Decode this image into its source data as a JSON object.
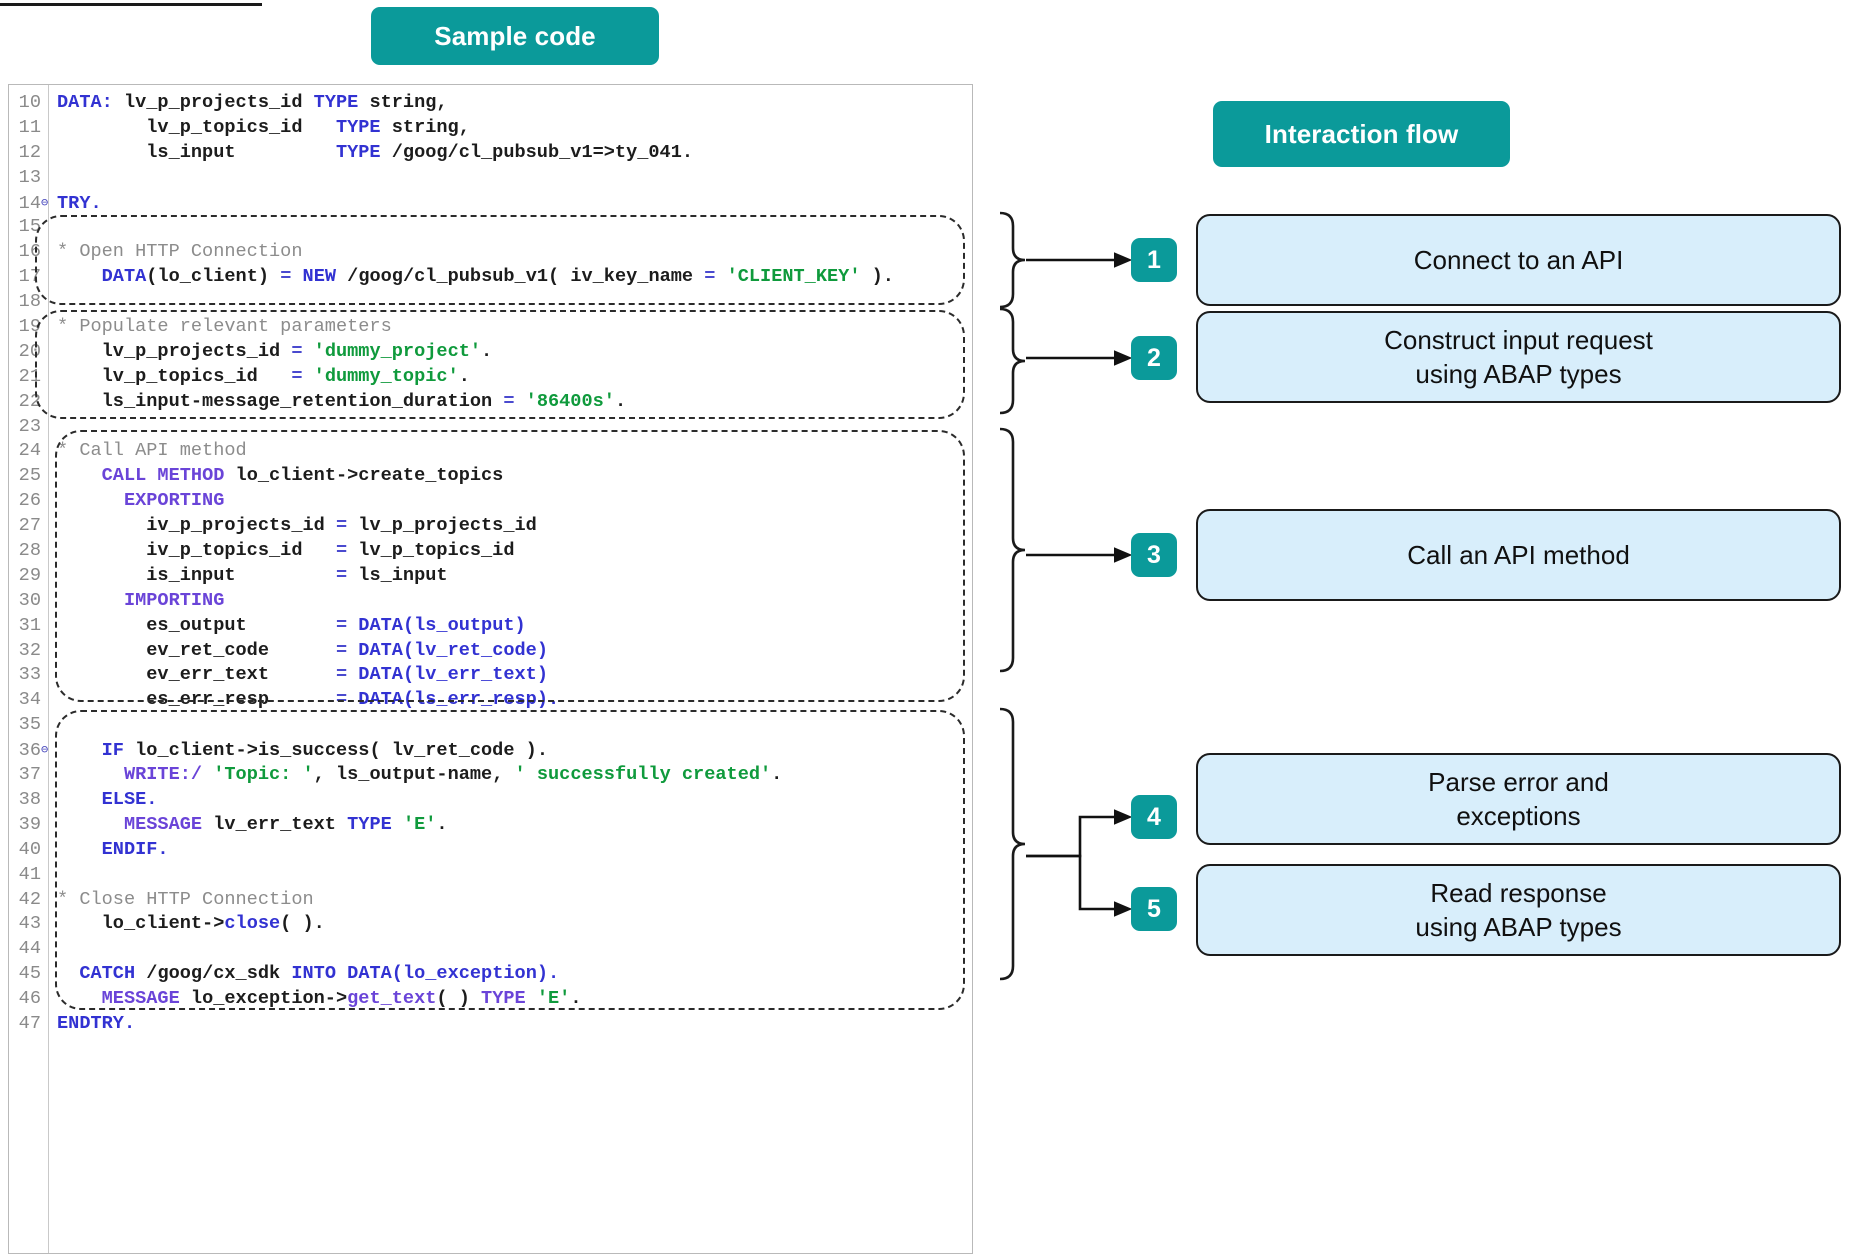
{
  "headers": {
    "sample_code": "Sample code",
    "interaction_flow": "Interaction flow"
  },
  "colors": {
    "teal": "#0b9a9a",
    "step_box_fill": "#d8eefb",
    "step_box_border": "#1a1a1a",
    "keyword_blue": "#3232d2",
    "string_green": "#0f9a3c",
    "comment_gray": "#8c8c8c"
  },
  "code": {
    "language": "ABAP",
    "first_line_number": 10,
    "lines": [
      {
        "n": "10",
        "fold": "",
        "tokens": [
          {
            "t": "DATA:",
            "c": "kw"
          },
          {
            "t": " lv_p_projects_id ",
            "c": "id"
          },
          {
            "t": "TYPE",
            "c": "kw"
          },
          {
            "t": " string,",
            "c": "id"
          }
        ]
      },
      {
        "n": "11",
        "fold": "",
        "tokens": [
          {
            "t": "        lv_p_topics_id   ",
            "c": "id"
          },
          {
            "t": "TYPE",
            "c": "kw"
          },
          {
            "t": " string,",
            "c": "id"
          }
        ]
      },
      {
        "n": "12",
        "fold": "",
        "tokens": [
          {
            "t": "        ls_input         ",
            "c": "id"
          },
          {
            "t": "TYPE",
            "c": "kw"
          },
          {
            "t": " /goog/cl_pubsub_v1=>ty_041.",
            "c": "id"
          }
        ]
      },
      {
        "n": "13",
        "fold": "",
        "tokens": []
      },
      {
        "n": "14",
        "fold": "⊖",
        "tokens": [
          {
            "t": "TRY.",
            "c": "kw"
          }
        ]
      },
      {
        "n": "15",
        "fold": "",
        "tokens": []
      },
      {
        "n": "16",
        "fold": "",
        "tokens": [
          {
            "t": "* Open HTTP Connection",
            "c": "cmt"
          }
        ]
      },
      {
        "n": "17",
        "fold": "",
        "tokens": [
          {
            "t": "    ",
            "c": "id"
          },
          {
            "t": "DATA",
            "c": "kw"
          },
          {
            "t": "(lo_client) ",
            "c": "id"
          },
          {
            "t": "=",
            "c": "op"
          },
          {
            "t": " ",
            "c": "id"
          },
          {
            "t": "NEW",
            "c": "kw"
          },
          {
            "t": " /goog/cl_pubsub_v1( iv_key_name ",
            "c": "id"
          },
          {
            "t": "=",
            "c": "op"
          },
          {
            "t": " ",
            "c": "id"
          },
          {
            "t": "'CLIENT_KEY'",
            "c": "str"
          },
          {
            "t": " ).",
            "c": "id"
          }
        ]
      },
      {
        "n": "18",
        "fold": "",
        "tokens": []
      },
      {
        "n": "19",
        "fold": "",
        "tokens": [
          {
            "t": "* Populate relevant parameters",
            "c": "cmt"
          }
        ]
      },
      {
        "n": "20",
        "fold": "",
        "tokens": [
          {
            "t": "    lv_p_projects_id ",
            "c": "id"
          },
          {
            "t": "=",
            "c": "op"
          },
          {
            "t": " ",
            "c": "id"
          },
          {
            "t": "'dummy_project'",
            "c": "str"
          },
          {
            "t": ".",
            "c": "id"
          }
        ]
      },
      {
        "n": "21",
        "fold": "",
        "tokens": [
          {
            "t": "    lv_p_topics_id   ",
            "c": "id"
          },
          {
            "t": "=",
            "c": "op"
          },
          {
            "t": " ",
            "c": "id"
          },
          {
            "t": "'dummy_topic'",
            "c": "str"
          },
          {
            "t": ".",
            "c": "id"
          }
        ]
      },
      {
        "n": "22",
        "fold": "",
        "tokens": [
          {
            "t": "    ls_input-message_retention_duration ",
            "c": "id"
          },
          {
            "t": "=",
            "c": "op"
          },
          {
            "t": " ",
            "c": "id"
          },
          {
            "t": "'86400s'",
            "c": "str"
          },
          {
            "t": ".",
            "c": "id"
          }
        ]
      },
      {
        "n": "23",
        "fold": "",
        "tokens": []
      },
      {
        "n": "24",
        "fold": "",
        "tokens": [
          {
            "t": "* Call API method",
            "c": "cmt"
          }
        ]
      },
      {
        "n": "25",
        "fold": "",
        "tokens": [
          {
            "t": "    ",
            "c": "id"
          },
          {
            "t": "CALL METHOD",
            "c": "kw2"
          },
          {
            "t": " lo_client->create_topics",
            "c": "id"
          }
        ]
      },
      {
        "n": "26",
        "fold": "",
        "tokens": [
          {
            "t": "      ",
            "c": "id"
          },
          {
            "t": "EXPORTING",
            "c": "kw2"
          }
        ]
      },
      {
        "n": "27",
        "fold": "",
        "tokens": [
          {
            "t": "        iv_p_projects_id ",
            "c": "id"
          },
          {
            "t": "=",
            "c": "op"
          },
          {
            "t": " lv_p_projects_id",
            "c": "id"
          }
        ]
      },
      {
        "n": "28",
        "fold": "",
        "tokens": [
          {
            "t": "        iv_p_topics_id   ",
            "c": "id"
          },
          {
            "t": "=",
            "c": "op"
          },
          {
            "t": " lv_p_topics_id",
            "c": "id"
          }
        ]
      },
      {
        "n": "29",
        "fold": "",
        "tokens": [
          {
            "t": "        is_input         ",
            "c": "id"
          },
          {
            "t": "=",
            "c": "op"
          },
          {
            "t": " ls_input",
            "c": "id"
          }
        ]
      },
      {
        "n": "30",
        "fold": "",
        "tokens": [
          {
            "t": "      ",
            "c": "id"
          },
          {
            "t": "IMPORTING",
            "c": "kw2"
          }
        ]
      },
      {
        "n": "31",
        "fold": "",
        "tokens": [
          {
            "t": "        es_output        ",
            "c": "id"
          },
          {
            "t": "=",
            "c": "op"
          },
          {
            "t": " ",
            "c": "id"
          },
          {
            "t": "DATA",
            "c": "kw"
          },
          {
            "t": "(ls_output)",
            "c": "kw"
          }
        ]
      },
      {
        "n": "32",
        "fold": "",
        "tokens": [
          {
            "t": "        ev_ret_code      ",
            "c": "id"
          },
          {
            "t": "=",
            "c": "op"
          },
          {
            "t": " ",
            "c": "id"
          },
          {
            "t": "DATA",
            "c": "kw"
          },
          {
            "t": "(lv_ret_code)",
            "c": "kw"
          }
        ]
      },
      {
        "n": "33",
        "fold": "",
        "tokens": [
          {
            "t": "        ev_err_text      ",
            "c": "id"
          },
          {
            "t": "=",
            "c": "op"
          },
          {
            "t": " ",
            "c": "id"
          },
          {
            "t": "DATA",
            "c": "kw"
          },
          {
            "t": "(lv_err_text)",
            "c": "kw"
          }
        ]
      },
      {
        "n": "34",
        "fold": "",
        "tokens": [
          {
            "t": "        es_err_resp      ",
            "c": "id"
          },
          {
            "t": "=",
            "c": "op"
          },
          {
            "t": " ",
            "c": "id"
          },
          {
            "t": "DATA",
            "c": "kw"
          },
          {
            "t": "(ls_err_resp).",
            "c": "kw"
          }
        ]
      },
      {
        "n": "35",
        "fold": "",
        "tokens": []
      },
      {
        "n": "36",
        "fold": "⊖",
        "tokens": [
          {
            "t": "    ",
            "c": "id"
          },
          {
            "t": "IF",
            "c": "kw"
          },
          {
            "t": " lo_client->is_success( lv_ret_code ).",
            "c": "id"
          }
        ]
      },
      {
        "n": "37",
        "fold": "",
        "tokens": [
          {
            "t": "      ",
            "c": "id"
          },
          {
            "t": "WRITE:/",
            "c": "kw2"
          },
          {
            "t": " ",
            "c": "id"
          },
          {
            "t": "'Topic: '",
            "c": "str"
          },
          {
            "t": ", ls_output-name, ",
            "c": "id"
          },
          {
            "t": "' successfully created'",
            "c": "str"
          },
          {
            "t": ".",
            "c": "id"
          }
        ]
      },
      {
        "n": "38",
        "fold": "",
        "tokens": [
          {
            "t": "    ",
            "c": "id"
          },
          {
            "t": "ELSE.",
            "c": "kw"
          }
        ]
      },
      {
        "n": "39",
        "fold": "",
        "tokens": [
          {
            "t": "      ",
            "c": "id"
          },
          {
            "t": "MESSAGE",
            "c": "kw2"
          },
          {
            "t": " lv_err_text ",
            "c": "id"
          },
          {
            "t": "TYPE",
            "c": "kw"
          },
          {
            "t": " ",
            "c": "id"
          },
          {
            "t": "'E'",
            "c": "str"
          },
          {
            "t": ".",
            "c": "id"
          }
        ]
      },
      {
        "n": "40",
        "fold": "",
        "tokens": [
          {
            "t": "    ",
            "c": "id"
          },
          {
            "t": "ENDIF.",
            "c": "kw"
          }
        ]
      },
      {
        "n": "41",
        "fold": "",
        "tokens": []
      },
      {
        "n": "42",
        "fold": "",
        "tokens": [
          {
            "t": "* Close HTTP Connection",
            "c": "cmt"
          }
        ]
      },
      {
        "n": "43",
        "fold": "",
        "tokens": [
          {
            "t": "    lo_client->",
            "c": "id"
          },
          {
            "t": "close",
            "c": "kw"
          },
          {
            "t": "( ).",
            "c": "id"
          }
        ]
      },
      {
        "n": "44",
        "fold": "",
        "tokens": []
      },
      {
        "n": "45",
        "fold": "",
        "tokens": [
          {
            "t": "  ",
            "c": "id"
          },
          {
            "t": "CATCH",
            "c": "kw"
          },
          {
            "t": " /goog/cx_sdk ",
            "c": "id"
          },
          {
            "t": "INTO",
            "c": "kw"
          },
          {
            "t": " ",
            "c": "id"
          },
          {
            "t": "DATA",
            "c": "kw"
          },
          {
            "t": "(lo_exception).",
            "c": "kw"
          }
        ]
      },
      {
        "n": "46",
        "fold": "",
        "tokens": [
          {
            "t": "    ",
            "c": "id"
          },
          {
            "t": "MESSAGE",
            "c": "kw2"
          },
          {
            "t": " lo_exception->",
            "c": "id"
          },
          {
            "t": "get_text",
            "c": "kw2"
          },
          {
            "t": "( ) ",
            "c": "id"
          },
          {
            "t": "TYPE",
            "c": "kw2"
          },
          {
            "t": " ",
            "c": "id"
          },
          {
            "t": "'E'",
            "c": "str"
          },
          {
            "t": ".",
            "c": "id"
          }
        ]
      },
      {
        "n": "47",
        "fold": "",
        "tokens": [
          {
            "t": "ENDTRY.",
            "c": "kw"
          }
        ]
      }
    ]
  },
  "flow": {
    "steps": [
      {
        "number": "1",
        "label_line1": "Connect to an API",
        "label_line2": ""
      },
      {
        "number": "2",
        "label_line1": "Construct input request",
        "label_line2": "using ABAP types"
      },
      {
        "number": "3",
        "label_line1": "Call an API method",
        "label_line2": ""
      },
      {
        "number": "4",
        "label_line1": "Parse error and",
        "label_line2": "exceptions"
      },
      {
        "number": "5",
        "label_line1": "Read response",
        "label_line2": "using ABAP types"
      }
    ]
  }
}
